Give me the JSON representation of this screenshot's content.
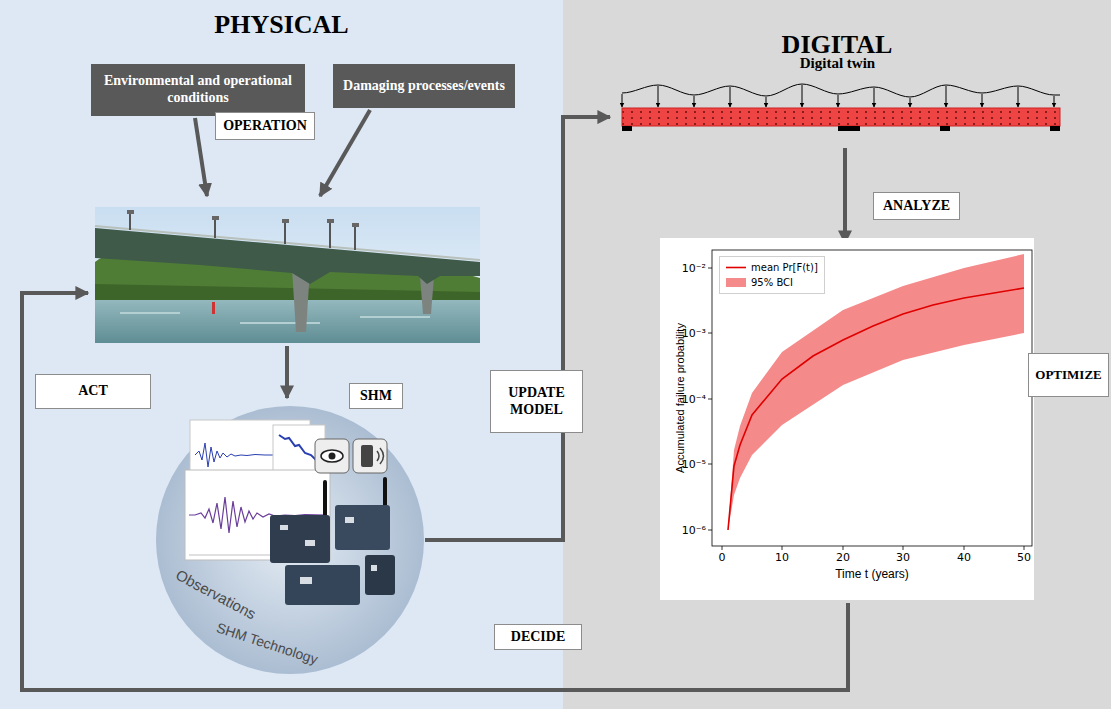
{
  "diagram": {
    "nodes": [
      {
        "text": [
          "PHYSICAL"
        ]
      },
      {
        "text": [
          "Environmental and operational conditions"
        ],
        "in": 0
      },
      {
        "text": [
          "Damaging processes/events"
        ],
        "in": 0
      },
      {
        "text": [
          "OPERATION"
        ],
        "in": 0
      },
      {
        "text": [
          "ACT"
        ],
        "in": 0
      },
      {
        "text": [
          "SHM"
        ],
        "in": 0
      },
      {
        "text": [
          "Observations",
          "SHM Technology"
        ],
        "in": 0
      },
      {
        "text": [
          "UPDATE MODEL"
        ]
      },
      {
        "text": [
          "DIGITAL"
        ]
      },
      {
        "text": [
          "Digital twin"
        ],
        "in": 8
      },
      {
        "text": [
          "ANALYZE"
        ],
        "in": 8
      },
      {
        "text": [
          "OPTIMIZE"
        ],
        "in": 8
      },
      {
        "text": [
          "DECIDE"
        ]
      }
    ],
    "edges": [
      {
        "from": 6,
        "to": 9,
        "arrow": "to"
      }
    ],
    "labels": [
      "10⁻²",
      "10⁻³",
      "10⁻⁴",
      "10⁻⁵",
      "10⁻⁶",
      "0",
      "10",
      "20",
      "30",
      "40",
      "50",
      "Time t (years)",
      "Accumulated failure probability"
    ],
    "legend": [
      {
        "text": "mean Pr[F(t)]"
      },
      {
        "text": "95% BCI",
        "color": "#f58a8a"
      }
    ]
  }
}
